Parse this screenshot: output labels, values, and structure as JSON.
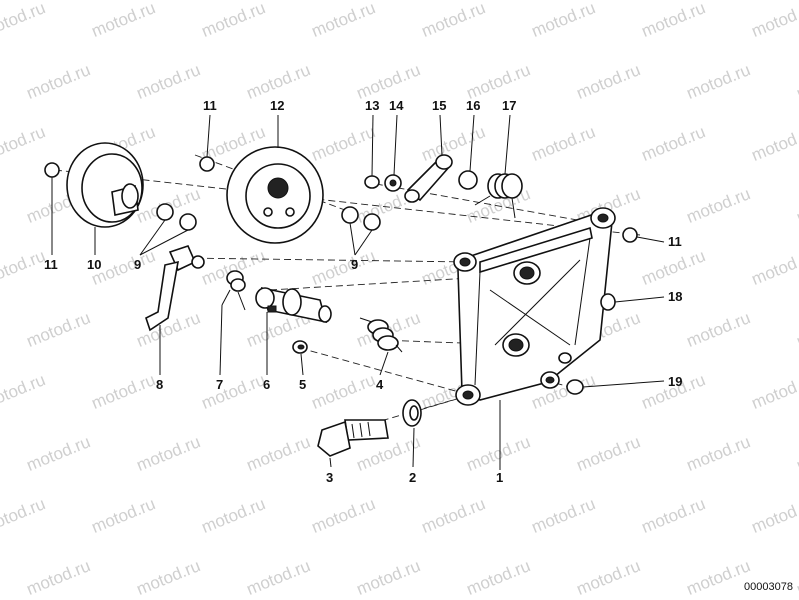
{
  "watermark": "motod.ru",
  "reference_number": "00003078",
  "callouts": [
    "1",
    "2",
    "3",
    "4",
    "5",
    "6",
    "7",
    "8",
    "9",
    "9",
    "10",
    "11",
    "11",
    "11",
    "12",
    "13",
    "14",
    "15",
    "16",
    "17",
    "18",
    "19"
  ]
}
